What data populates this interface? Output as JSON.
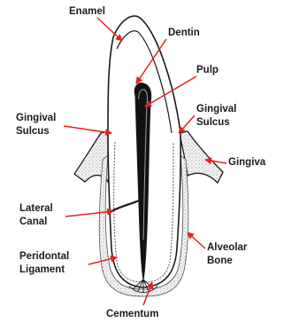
{
  "labels": {
    "enamel": "Enamel",
    "dentin": "Dentin",
    "pulp": "Pulp",
    "gingival_sulcus_left_line1": "Gingival",
    "gingival_sulcus_left_line2": "Sulcus",
    "gingival_sulcus_right_line1": "Gingival",
    "gingival_sulcus_right_line2": "Sulcus",
    "gingiva": "Gingiva",
    "lateral_canal_line1": "Lateral",
    "lateral_canal_line2": "Canal",
    "periodontal_ligament_line1": "Peridontal",
    "periodontal_ligament_line2": "Ligament",
    "alveolar_bone_line1": "Alveolar",
    "alveolar_bone_line2": "Bone",
    "cementum": "Cementum"
  },
  "colors": {
    "arrow": "#e8201c",
    "outline": "#1a1a1a",
    "pulp_fill": "#111111",
    "bone_fill": "#f2f2f2"
  }
}
